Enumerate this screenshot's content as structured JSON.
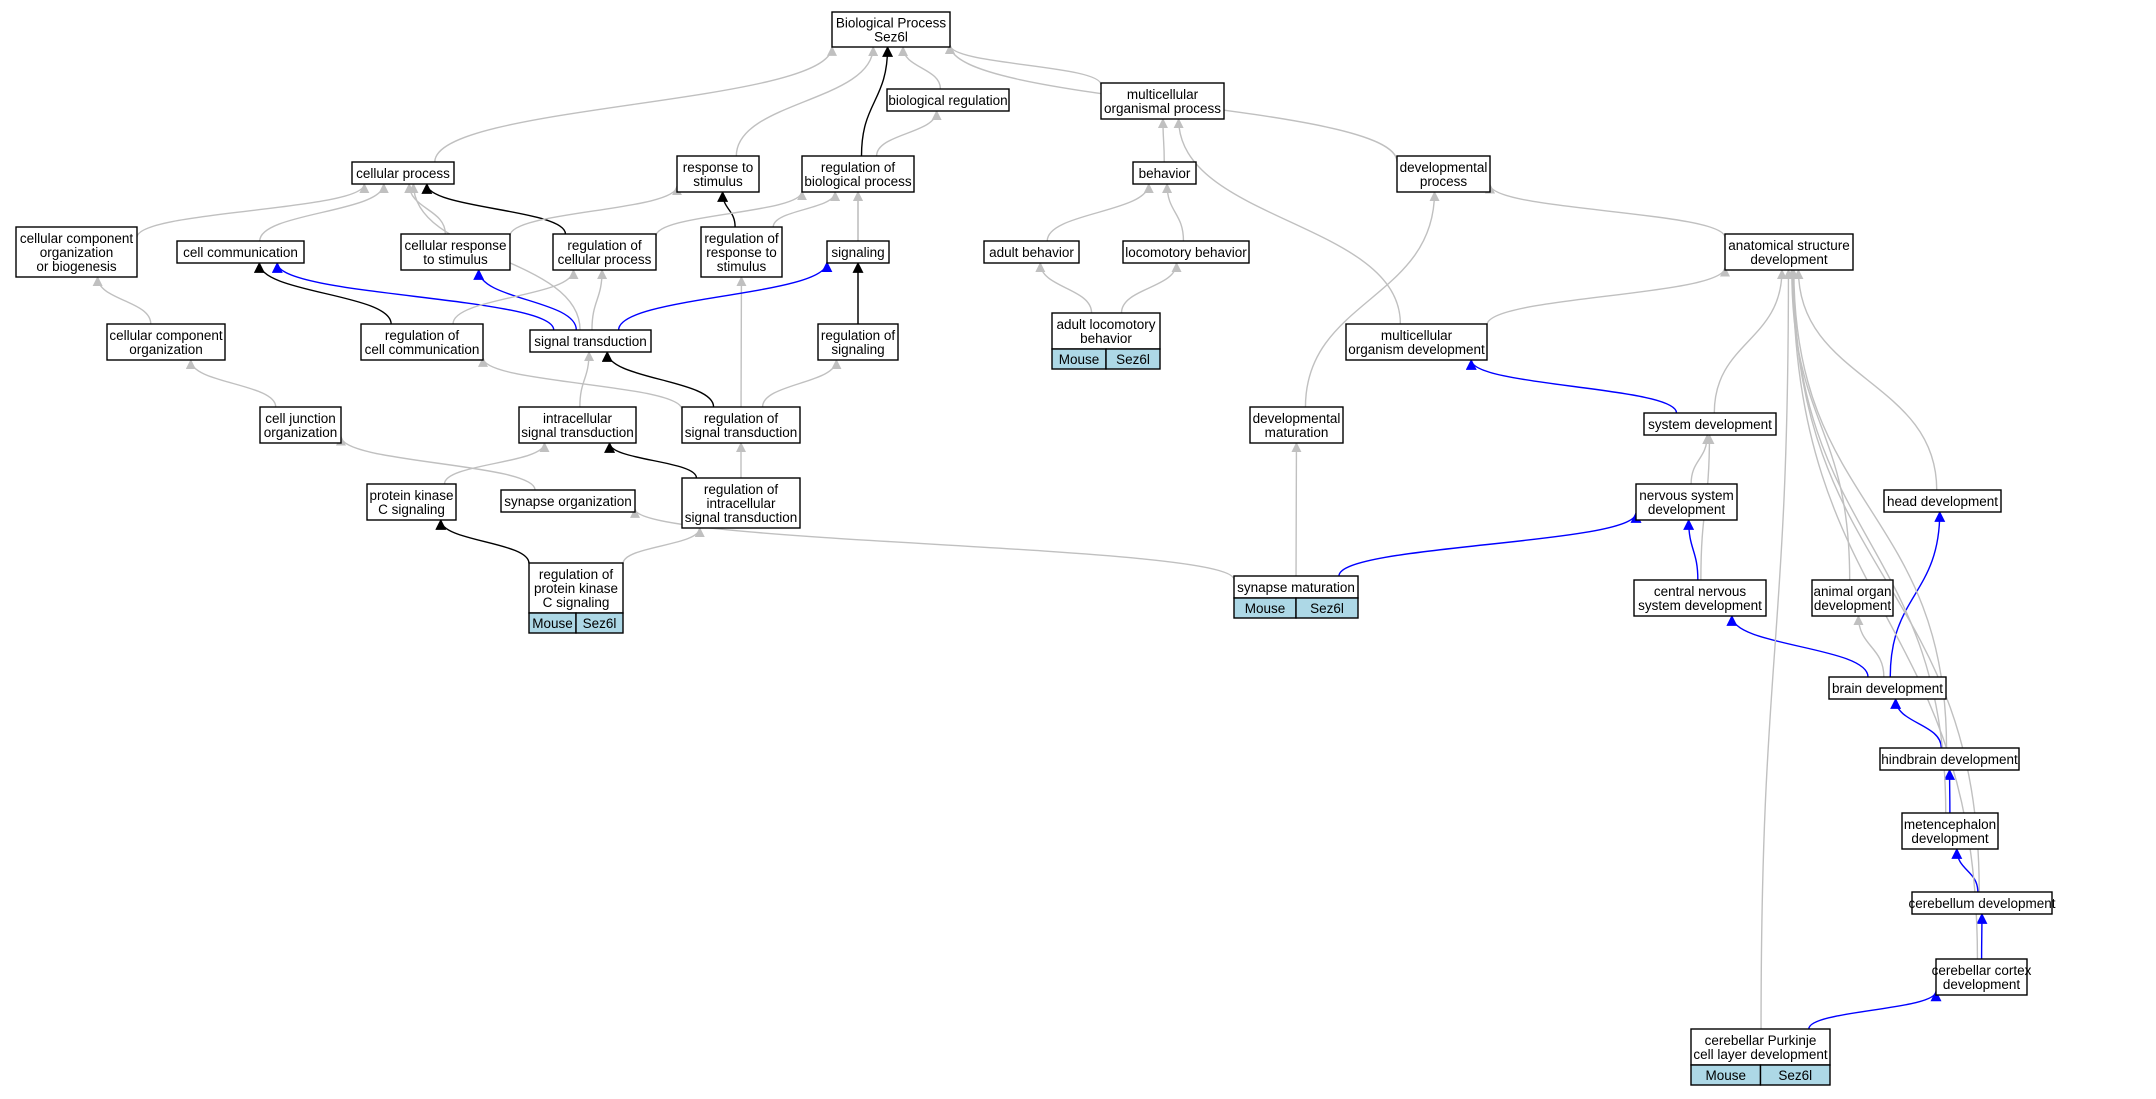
{
  "colors": {
    "grey_edge": "#c0c0c0",
    "black_edge": "#000000",
    "blue_edge": "#0000ff",
    "tag_fill": "#add8e6"
  },
  "nodes": {
    "bp": [
      "Biological Process",
      "Sez6l"
    ],
    "bio_reg": [
      "biological regulation"
    ],
    "multi_org_proc": [
      "multicellular",
      "organismal process"
    ],
    "dev_proc": [
      "developmental",
      "process"
    ],
    "cell_proc": [
      "cellular process"
    ],
    "resp_stim": [
      "response to",
      "stimulus"
    ],
    "reg_bio_proc": [
      "regulation of",
      "biological process"
    ],
    "behavior": [
      "behavior"
    ],
    "cc_org_bio": [
      "cellular component",
      "organization",
      "or biogenesis"
    ],
    "cell_comm": [
      "cell communication"
    ],
    "cell_resp_stim": [
      "cellular response",
      "to stimulus"
    ],
    "reg_cell_proc": [
      "regulation of",
      "cellular process"
    ],
    "reg_resp_stim": [
      "regulation of",
      "response to",
      "stimulus"
    ],
    "signaling": [
      "signaling"
    ],
    "adult_behavior": [
      "adult behavior"
    ],
    "loco_behavior": [
      "locomotory behavior"
    ],
    "anat_struct_dev": [
      "anatomical structure",
      "development"
    ],
    "cc_org": [
      "cellular component",
      "organization"
    ],
    "reg_cell_comm": [
      "regulation of",
      "cell communication"
    ],
    "signal_trans": [
      "signal transduction"
    ],
    "reg_signaling": [
      "regulation of",
      "signaling"
    ],
    "adult_loco": [
      "adult locomotory",
      "behavior"
    ],
    "multi_org_dev": [
      "multicellular",
      "organism development"
    ],
    "cell_junction": [
      "cell junction",
      "organization"
    ],
    "intra_sig": [
      "intracellular",
      "signal transduction"
    ],
    "reg_sig_trans": [
      "regulation of",
      "signal transduction"
    ],
    "dev_mat": [
      "developmental",
      "maturation"
    ],
    "sys_dev": [
      "system development"
    ],
    "pkc_sig": [
      "protein kinase",
      "C signaling"
    ],
    "syn_org": [
      "synapse organization"
    ],
    "reg_intra_sig": [
      "regulation of",
      "intracellular",
      "signal transduction"
    ],
    "ns_dev": [
      "nervous system",
      "development"
    ],
    "head_dev": [
      "head development"
    ],
    "reg_pkc": [
      "regulation of",
      "protein kinase",
      "C signaling"
    ],
    "syn_mat": [
      "synapse maturation"
    ],
    "cns_dev": [
      "central nervous",
      "system development"
    ],
    "animal_organ": [
      "animal organ",
      "development"
    ],
    "brain_dev": [
      "brain development"
    ],
    "hindbrain_dev": [
      "hindbrain development"
    ],
    "metenceph_dev": [
      "metencephalon",
      "development"
    ],
    "cerebellum_dev": [
      "cerebellum development"
    ],
    "cereb_cortex_dev": [
      "cerebellar cortex",
      "development"
    ],
    "purkinje_dev": [
      "cerebellar Purkinje",
      "cell layer development"
    ]
  },
  "annotations": {
    "adult_loco": [
      "Mouse",
      "Sez6l"
    ],
    "reg_pkc": [
      "Mouse",
      "Sez6l"
    ],
    "syn_mat": [
      "Mouse",
      "Sez6l"
    ],
    "purkinje_dev": [
      "Mouse",
      "Sez6l"
    ]
  },
  "edges": [
    {
      "from": "bio_reg",
      "to": "bp",
      "style": "grey"
    },
    {
      "from": "multi_org_proc",
      "to": "bp",
      "style": "grey"
    },
    {
      "from": "dev_proc",
      "to": "bp",
      "style": "grey"
    },
    {
      "from": "cell_proc",
      "to": "bp",
      "style": "grey"
    },
    {
      "from": "resp_stim",
      "to": "bp",
      "style": "grey"
    },
    {
      "from": "reg_bio_proc",
      "to": "bp",
      "style": "black"
    },
    {
      "from": "reg_bio_proc",
      "to": "bio_reg",
      "style": "grey"
    },
    {
      "from": "behavior",
      "to": "multi_org_proc",
      "style": "grey"
    },
    {
      "from": "multi_org_dev",
      "to": "multi_org_proc",
      "style": "grey"
    },
    {
      "from": "multi_org_dev",
      "to": "anat_struct_dev",
      "style": "grey"
    },
    {
      "from": "anat_struct_dev",
      "to": "dev_proc",
      "style": "grey"
    },
    {
      "from": "dev_mat",
      "to": "dev_proc",
      "style": "grey"
    },
    {
      "from": "cc_org_bio",
      "to": "cell_proc",
      "style": "grey"
    },
    {
      "from": "cell_comm",
      "to": "cell_proc",
      "style": "grey"
    },
    {
      "from": "cell_resp_stim",
      "to": "cell_proc",
      "style": "grey"
    },
    {
      "from": "reg_cell_proc",
      "to": "cell_proc",
      "style": "black"
    },
    {
      "from": "signal_trans",
      "to": "cell_proc",
      "style": "grey"
    },
    {
      "from": "cell_resp_stim",
      "to": "resp_stim",
      "style": "grey"
    },
    {
      "from": "reg_resp_stim",
      "to": "resp_stim",
      "style": "black"
    },
    {
      "from": "reg_cell_proc",
      "to": "reg_bio_proc",
      "style": "grey"
    },
    {
      "from": "reg_resp_stim",
      "to": "reg_bio_proc",
      "style": "grey"
    },
    {
      "from": "signaling",
      "to": "reg_bio_proc",
      "style": "grey"
    },
    {
      "from": "reg_signaling",
      "to": "reg_bio_proc",
      "style": "grey"
    },
    {
      "from": "adult_behavior",
      "to": "behavior",
      "style": "grey"
    },
    {
      "from": "loco_behavior",
      "to": "behavior",
      "style": "grey"
    },
    {
      "from": "cc_org",
      "to": "cc_org_bio",
      "style": "grey"
    },
    {
      "from": "reg_cell_comm",
      "to": "cell_comm",
      "style": "black"
    },
    {
      "from": "signal_trans",
      "to": "cell_comm",
      "style": "blue"
    },
    {
      "from": "signal_trans",
      "to": "cell_resp_stim",
      "style": "blue"
    },
    {
      "from": "reg_cell_comm",
      "to": "reg_cell_proc",
      "style": "grey"
    },
    {
      "from": "signal_trans",
      "to": "reg_cell_proc",
      "style": "grey"
    },
    {
      "from": "reg_sig_trans",
      "to": "reg_resp_stim",
      "style": "grey"
    },
    {
      "from": "signal_trans",
      "to": "signaling",
      "style": "blue"
    },
    {
      "from": "reg_signaling",
      "to": "signaling",
      "style": "black"
    },
    {
      "from": "adult_loco",
      "to": "adult_behavior",
      "style": "grey"
    },
    {
      "from": "adult_loco",
      "to": "loco_behavior",
      "style": "grey"
    },
    {
      "from": "cell_junction",
      "to": "cc_org",
      "style": "grey"
    },
    {
      "from": "reg_sig_trans",
      "to": "reg_cell_comm",
      "style": "grey"
    },
    {
      "from": "intra_sig",
      "to": "signal_trans",
      "style": "grey"
    },
    {
      "from": "reg_sig_trans",
      "to": "signal_trans",
      "style": "black"
    },
    {
      "from": "reg_sig_trans",
      "to": "reg_signaling",
      "style": "grey"
    },
    {
      "from": "sys_dev",
      "to": "multi_org_dev",
      "style": "blue"
    },
    {
      "from": "syn_org",
      "to": "cell_junction",
      "style": "grey"
    },
    {
      "from": "pkc_sig",
      "to": "intra_sig",
      "style": "grey"
    },
    {
      "from": "reg_intra_sig",
      "to": "intra_sig",
      "style": "black"
    },
    {
      "from": "reg_intra_sig",
      "to": "reg_sig_trans",
      "style": "grey"
    },
    {
      "from": "reg_pkc",
      "to": "pkc_sig",
      "style": "black"
    },
    {
      "from": "reg_pkc",
      "to": "reg_intra_sig",
      "style": "grey"
    },
    {
      "from": "syn_mat",
      "to": "syn_org",
      "style": "grey"
    },
    {
      "from": "syn_mat",
      "to": "dev_mat",
      "style": "grey"
    },
    {
      "from": "syn_mat",
      "to": "ns_dev",
      "style": "blue"
    },
    {
      "from": "sys_dev",
      "to": "anat_struct_dev",
      "style": "grey"
    },
    {
      "from": "ns_dev",
      "to": "sys_dev",
      "style": "grey"
    },
    {
      "from": "cns_dev",
      "to": "sys_dev",
      "style": "grey"
    },
    {
      "from": "cns_dev",
      "to": "ns_dev",
      "style": "blue"
    },
    {
      "from": "head_dev",
      "to": "anat_struct_dev",
      "style": "grey"
    },
    {
      "from": "animal_organ",
      "to": "anat_struct_dev",
      "style": "grey"
    },
    {
      "from": "brain_dev",
      "to": "cns_dev",
      "style": "blue"
    },
    {
      "from": "brain_dev",
      "to": "head_dev",
      "style": "blue"
    },
    {
      "from": "brain_dev",
      "to": "animal_organ",
      "style": "grey"
    },
    {
      "from": "hindbrain_dev",
      "to": "brain_dev",
      "style": "blue"
    },
    {
      "from": "hindbrain_dev",
      "to": "anat_struct_dev",
      "style": "grey"
    },
    {
      "from": "metenceph_dev",
      "to": "hindbrain_dev",
      "style": "blue"
    },
    {
      "from": "metenceph_dev",
      "to": "anat_struct_dev",
      "style": "grey"
    },
    {
      "from": "cerebellum_dev",
      "to": "metenceph_dev",
      "style": "blue"
    },
    {
      "from": "cerebellum_dev",
      "to": "anat_struct_dev",
      "style": "grey"
    },
    {
      "from": "cereb_cortex_dev",
      "to": "cerebellum_dev",
      "style": "blue"
    },
    {
      "from": "cereb_cortex_dev",
      "to": "anat_struct_dev",
      "style": "grey"
    },
    {
      "from": "purkinje_dev",
      "to": "cereb_cortex_dev",
      "style": "blue"
    },
    {
      "from": "purkinje_dev",
      "to": "anat_struct_dev",
      "style": "grey"
    }
  ]
}
